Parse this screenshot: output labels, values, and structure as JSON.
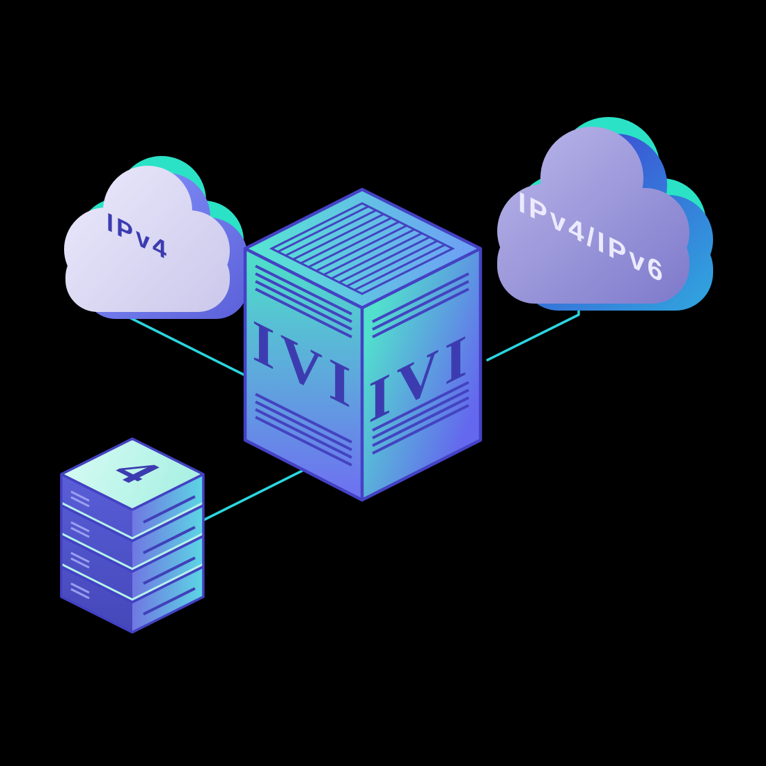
{
  "diagram": {
    "background": "#000000",
    "nodes": {
      "ipv4_cloud": {
        "label": "IPv4",
        "type": "cloud"
      },
      "dualstack_cloud": {
        "label": "IPv4/IPv6",
        "type": "cloud"
      },
      "translator": {
        "label_front_left": "IVI",
        "label_front_right": "IVI",
        "type": "isometric-box"
      },
      "server_stack": {
        "label": "4",
        "units": 4,
        "type": "server-stack"
      }
    },
    "connections": [
      {
        "from": "ipv4_cloud",
        "to": "translator"
      },
      {
        "from": "dualstack_cloud",
        "to": "translator"
      },
      {
        "from": "server_stack",
        "to": "translator"
      }
    ],
    "colors": {
      "connector": "#2cd5de",
      "teal_accent": "#2be2c6",
      "indigo_line": "#4341c2",
      "cloud_left_body": "#dcd9f3",
      "cloud_right_body": "#9793d8",
      "blue_accent": "#3b55d9",
      "box_teal": "#4fdcca",
      "box_blue": "#6d74ef",
      "label_dark": "#3c3cb0",
      "label_light": "#eceaff",
      "stack_top": "#c9f8ef"
    }
  }
}
